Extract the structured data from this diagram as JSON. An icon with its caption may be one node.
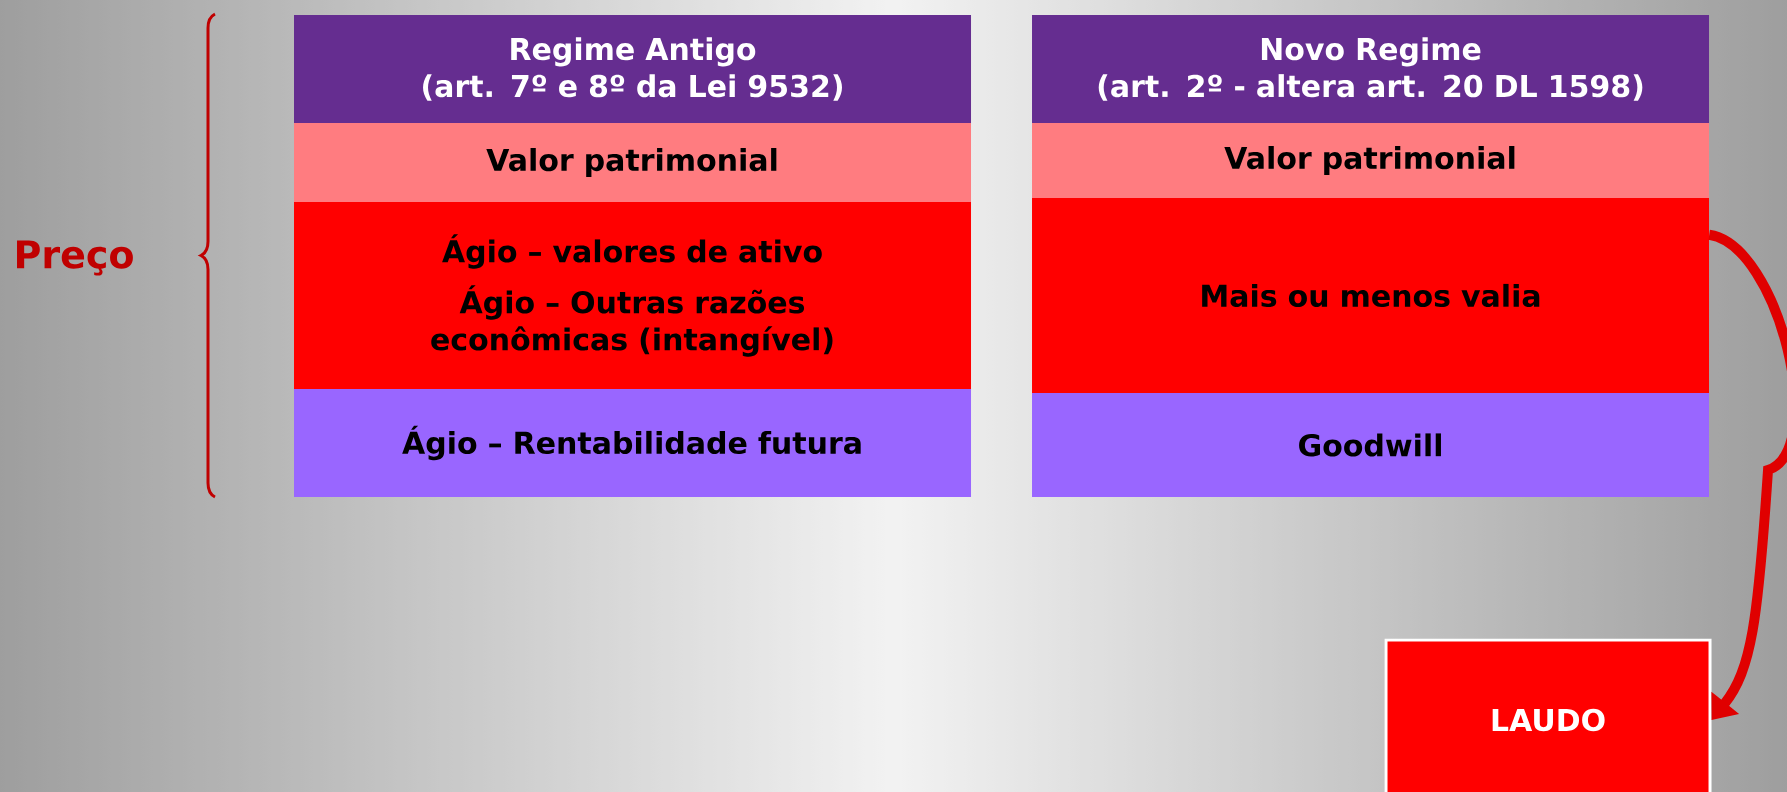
{
  "diagram": {
    "nodes": [
      {
        "text": [
          "Regime Antigo",
          "(art. 7º e 8º da Lei 9532)"
        ]
      },
      {
        "text": [
          "Valor patrimonial"
        ]
      },
      {
        "text": [
          "Ágio – valores de ativo",
          "Ágio – Outras razões econômicas (intangível)"
        ]
      },
      {
        "text": [
          "Ágio – Rentabilidade futura"
        ]
      },
      {
        "text": [
          "Novo Regime",
          "(art. 2º - altera art. 20 DL 1598)"
        ]
      },
      {
        "text": [
          "Valor patrimonial"
        ]
      },
      {
        "text": [
          "Mais ou menos valia"
        ]
      },
      {
        "text": [
          "Goodwill"
        ]
      },
      {
        "text": [
          "LAUDO"
        ]
      }
    ],
    "edges": [
      {
        "from": 6,
        "to": 8,
        "arrow": "to"
      }
    ],
    "labels": [
      "Preço"
    ]
  }
}
